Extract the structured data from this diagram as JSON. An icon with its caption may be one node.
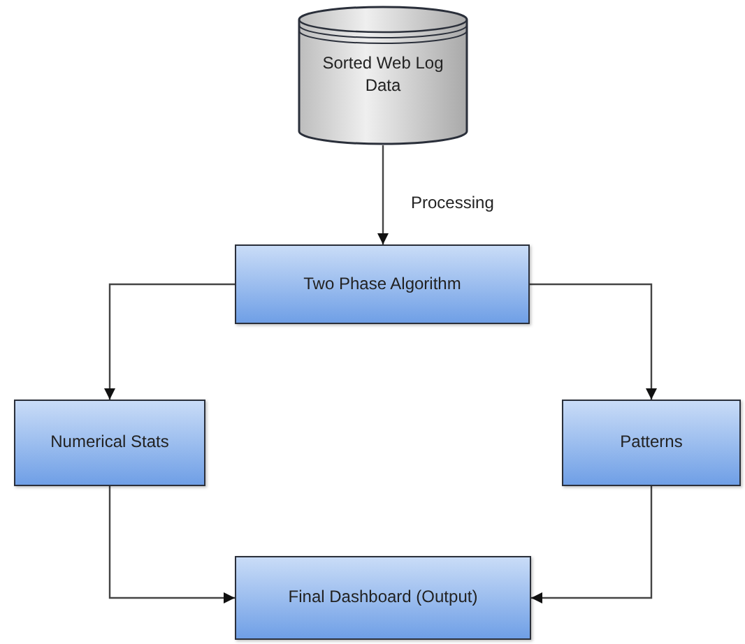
{
  "diagram": {
    "nodes": [
      {
        "text": [
          "Sorted Web Log Data"
        ]
      },
      {
        "text": [
          "Two Phase Algorithm"
        ]
      },
      {
        "text": [
          "Numerical Stats"
        ]
      },
      {
        "text": [
          "Patterns"
        ]
      },
      {
        "text": [
          "Final Dashboard (Output)"
        ]
      }
    ],
    "edges": [
      {
        "from": 0,
        "to": 1,
        "arrow": "to",
        "label": "Processing"
      },
      {
        "from": 1,
        "to": 2,
        "arrow": "to"
      },
      {
        "from": 1,
        "to": 3,
        "arrow": "to"
      },
      {
        "from": 2,
        "to": 4,
        "arrow": "to"
      },
      {
        "from": 3,
        "to": 4,
        "arrow": "to"
      }
    ]
  }
}
